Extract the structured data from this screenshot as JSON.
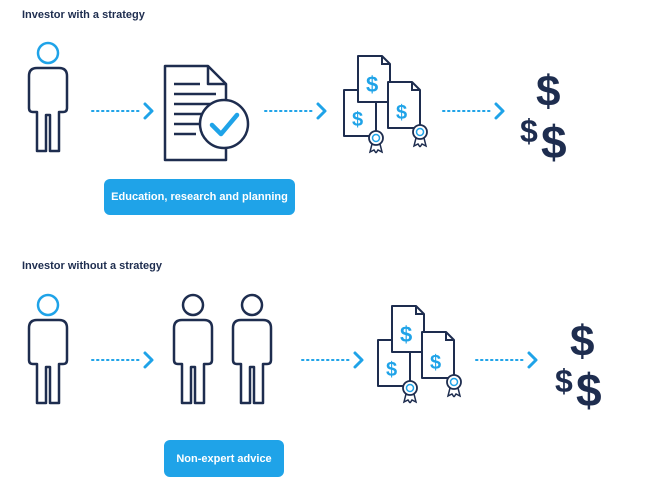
{
  "rows": [
    {
      "heading": "Investor with a strategy",
      "label": "Education, research and planning"
    },
    {
      "heading": "Investor without a strategy",
      "label": "Non-expert advice"
    }
  ],
  "icons": {
    "dollar_symbol": "$"
  },
  "colors": {
    "navy": "#1e2d4f",
    "accent_blue": "#1fa3e8"
  }
}
